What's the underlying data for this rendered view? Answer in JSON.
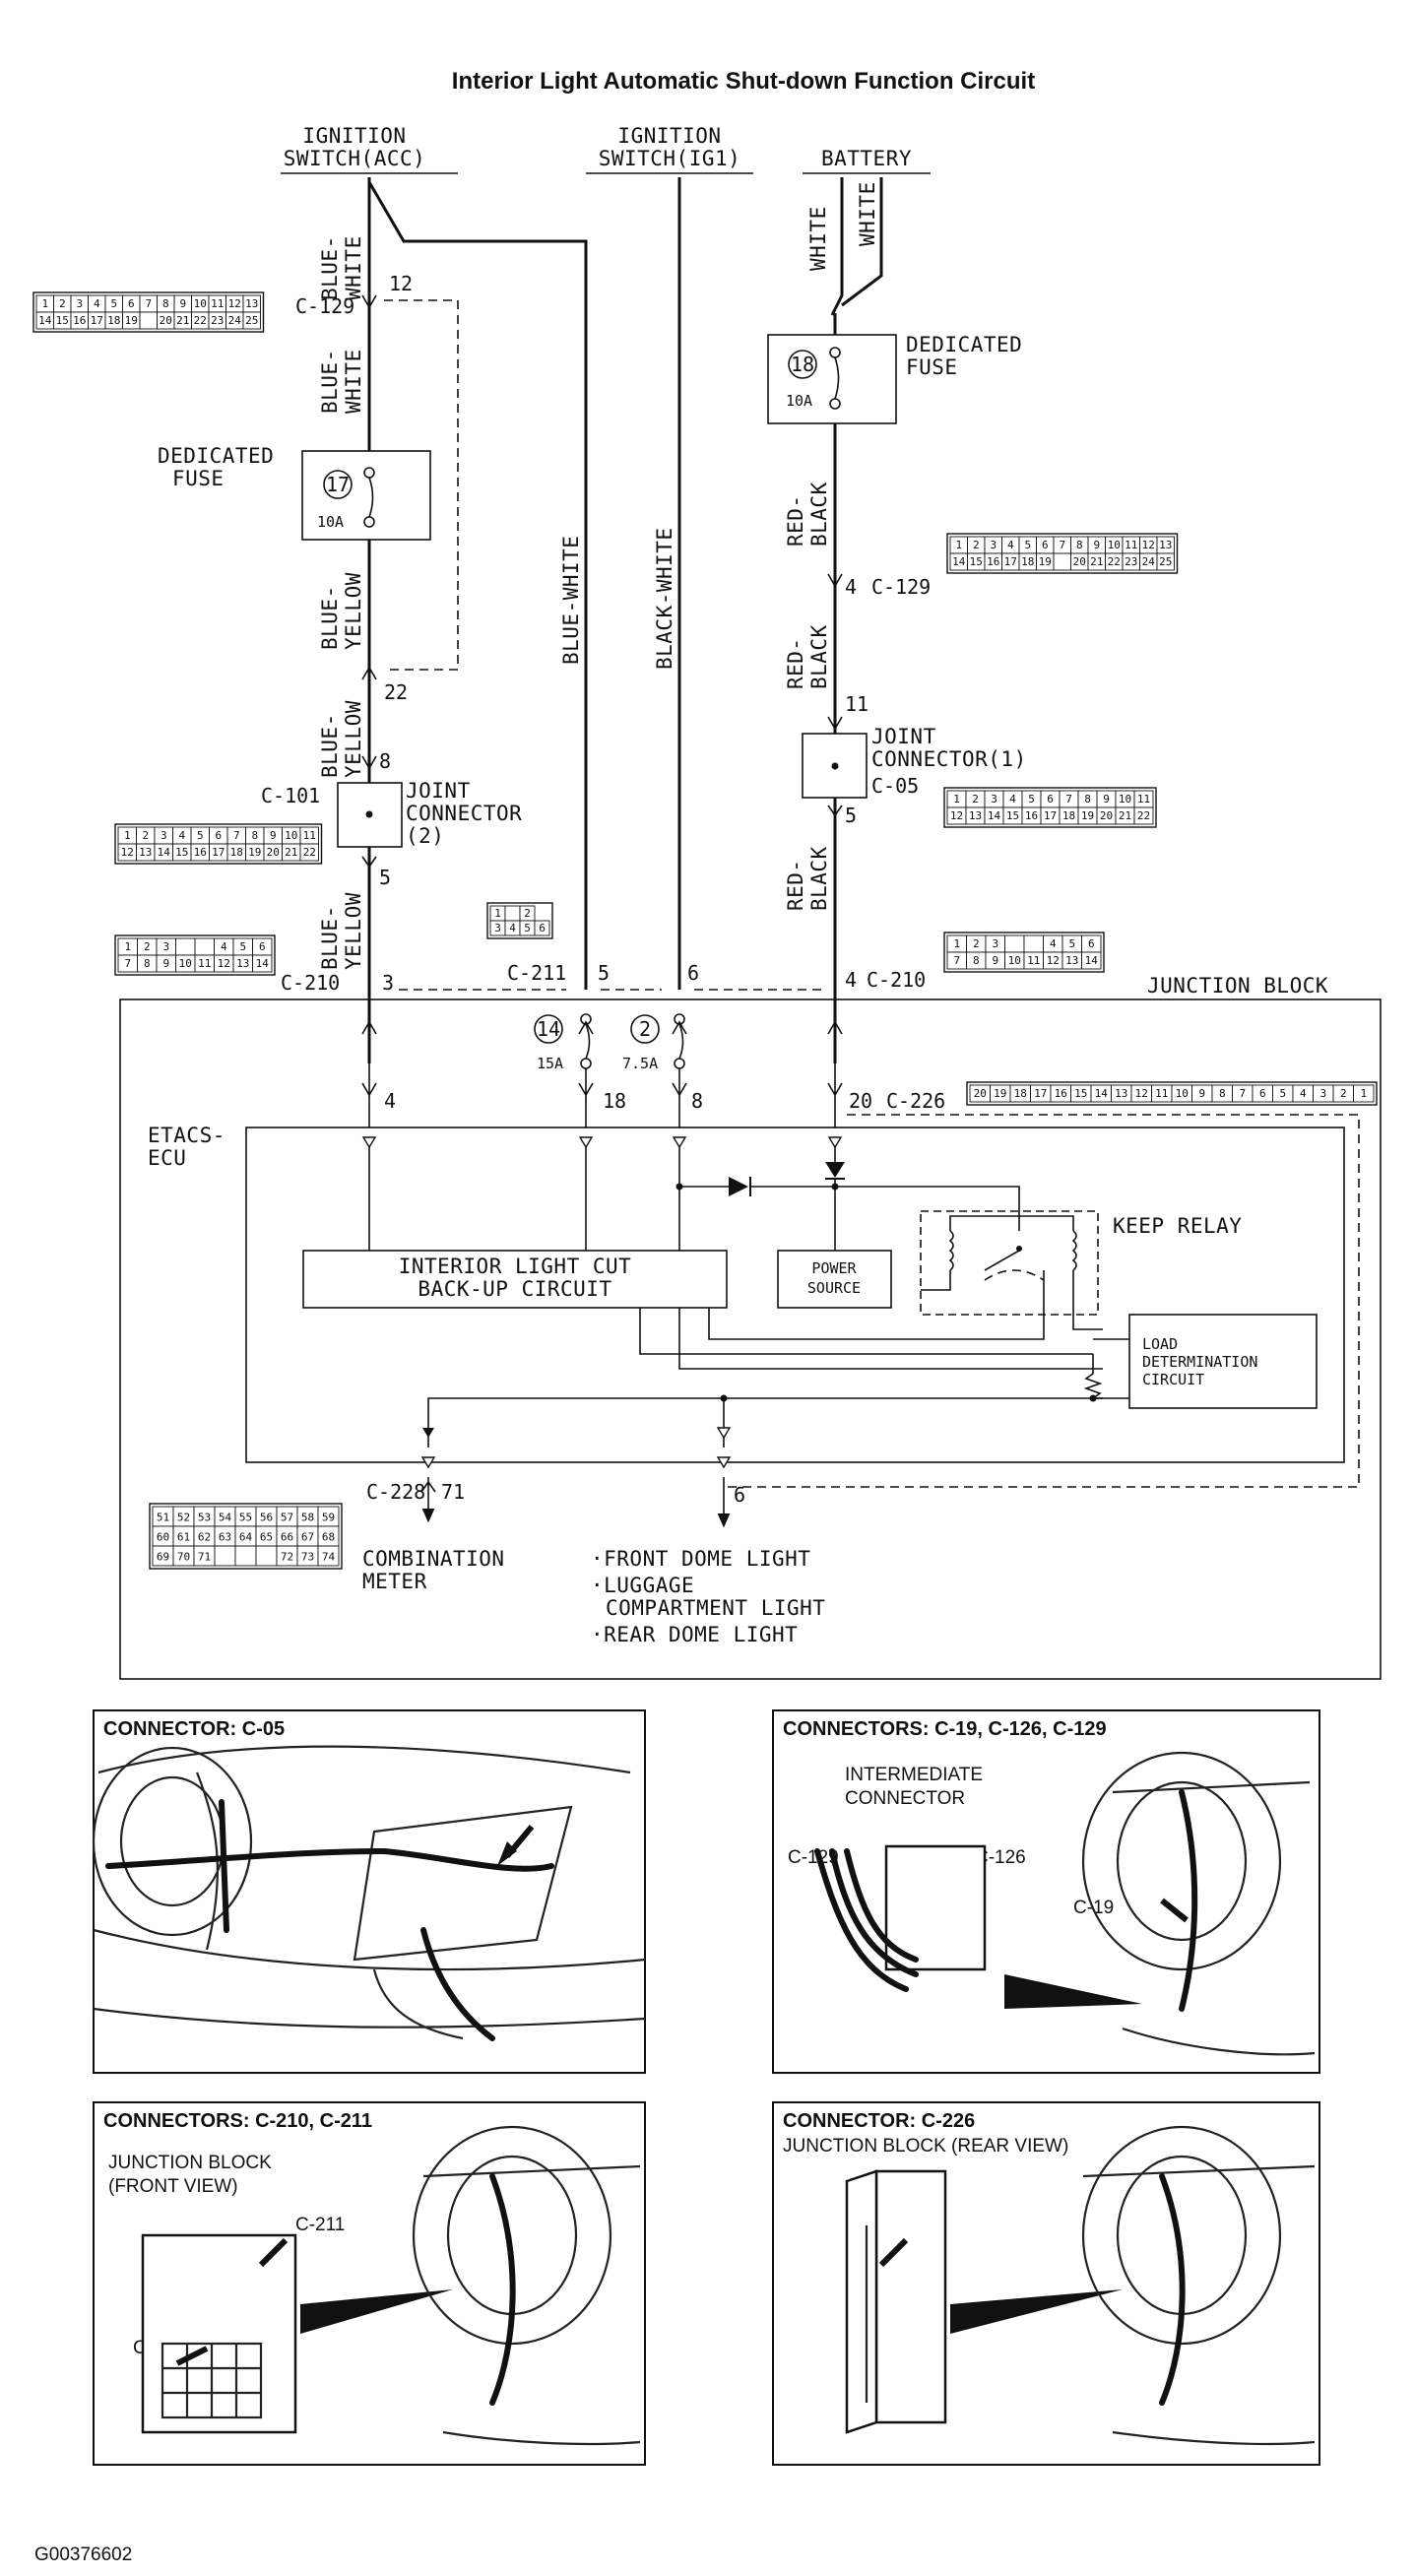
{
  "title": "Interior Light Automatic Shut-down Function Circuit",
  "sources": {
    "acc": [
      "IGNITION",
      "SWITCH(ACC)"
    ],
    "ig1": [
      "IGNITION",
      "SWITCH(IG1)"
    ],
    "battery": "BATTERY"
  },
  "wires": {
    "blue_white": [
      "BLUE-",
      "WHITE"
    ],
    "blue_yellow": [
      "BLUE-",
      "YELLOW"
    ],
    "blue_white_long": "BLUE-WHITE",
    "black_white": "BLACK-WHITE",
    "white": "WHITE",
    "red_black": [
      "RED-",
      "BLACK"
    ]
  },
  "fuses": {
    "fuse17": {
      "num": "17",
      "rating": "10A",
      "label": [
        "DEDICATED",
        "FUSE"
      ]
    },
    "fuse18": {
      "num": "18",
      "rating": "10A",
      "label": [
        "DEDICATED",
        "FUSE"
      ]
    },
    "fuse14": {
      "num": "14",
      "rating": "15A"
    },
    "fuse2": {
      "num": "2",
      "rating": "7.5A"
    }
  },
  "connectors": {
    "c129": "C-129",
    "c101": "C-101",
    "c05": "C-05",
    "c210": "C-210",
    "c211": "C-211",
    "c226": "C-226",
    "c228": "C-228"
  },
  "joints": {
    "jc2": [
      "JOINT",
      "CONNECTOR",
      "(2)"
    ],
    "jc1": [
      "JOINT",
      "CONNECTOR(1)"
    ]
  },
  "pins": {
    "p12": "12",
    "p22": "22",
    "p8": "8",
    "p5": "5",
    "p3": "3",
    "p4c129": "4",
    "p11": "11",
    "p5b": "5",
    "p4c210": "4",
    "p5c211": "5",
    "p6c211": "6",
    "p4": "4",
    "p18": "18",
    "p8b": "8",
    "p20": "20",
    "p71": "71",
    "p6": "6"
  },
  "junction_block": "JUNCTION BLOCK",
  "ecu": [
    "ETACS-",
    "ECU"
  ],
  "blocks": {
    "backup": [
      "INTERIOR LIGHT CUT",
      "BACK-UP CIRCUIT"
    ],
    "power": [
      "POWER",
      "SOURCE"
    ],
    "relay": "KEEP RELAY",
    "load": [
      "LOAD",
      "DETERMINATION",
      "CIRCUIT"
    ]
  },
  "outputs": {
    "meter": [
      "COMBINATION",
      "METER"
    ],
    "lights": [
      "·FRONT DOME LIGHT",
      "·LUGGAGE",
      "COMPARTMENT LIGHT",
      "·REAR DOME LIGHT"
    ]
  },
  "connector_pins": {
    "c129_top": [
      "1",
      "2",
      "3",
      "4",
      "5",
      "6",
      "7",
      "8",
      "9",
      "10",
      "11",
      "12",
      "13"
    ],
    "c129_bot": [
      "14",
      "15",
      "16",
      "17",
      "18",
      "19",
      "",
      "20",
      "21",
      "22",
      "23",
      "24",
      "25"
    ],
    "c101_top": [
      "1",
      "2",
      "3",
      "4",
      "5",
      "6",
      "7",
      "8",
      "9",
      "10",
      "11"
    ],
    "c101_bot": [
      "12",
      "13",
      "14",
      "15",
      "16",
      "17",
      "18",
      "19",
      "20",
      "21",
      "22"
    ],
    "c05_top": [
      "1",
      "2",
      "3",
      "4",
      "5",
      "6",
      "7",
      "8",
      "9",
      "10",
      "11"
    ],
    "c05_bot": [
      "12",
      "13",
      "14",
      "15",
      "16",
      "17",
      "18",
      "19",
      "20",
      "21",
      "22"
    ],
    "c210_top": [
      "1",
      "2",
      "3",
      "",
      "",
      "4",
      "5",
      "6"
    ],
    "c210_bot": [
      "7",
      "8",
      "9",
      "10",
      "11",
      "12",
      "13",
      "14"
    ],
    "c211_top": [
      "1",
      "",
      "2"
    ],
    "c211_bot": [
      "3",
      "4",
      "5",
      "6"
    ],
    "c226": [
      "20",
      "19",
      "18",
      "17",
      "16",
      "15",
      "14",
      "13",
      "12",
      "11",
      "10",
      "9",
      "8",
      "7",
      "6",
      "5",
      "4",
      "3",
      "2",
      "1"
    ],
    "c228_r1": [
      "51",
      "52",
      "53",
      "54",
      "55",
      "56",
      "57",
      "58",
      "59"
    ],
    "c228_r2": [
      "60",
      "61",
      "62",
      "63",
      "64",
      "65",
      "66",
      "67",
      "68"
    ],
    "c228_r3": [
      "69",
      "70",
      "71",
      "",
      "",
      "",
      "72",
      "73",
      "74"
    ]
  },
  "panels": {
    "p1": {
      "title": "CONNECTOR: C-05"
    },
    "p2": {
      "title": "CONNECTORS: C-19, C-126, C-129",
      "inter": [
        "INTERMEDIATE",
        "CONNECTOR"
      ],
      "c129": "C-129",
      "c126": "C-126",
      "c19": "C-19"
    },
    "p3": {
      "title": "CONNECTORS: C-210, C-211",
      "jb": [
        "JUNCTION BLOCK",
        "(FRONT VIEW)"
      ],
      "c211": "C-211",
      "c210": "C210"
    },
    "p4": {
      "title": "CONNECTOR: C-226",
      "jb": "JUNCTION BLOCK (REAR VIEW)"
    }
  },
  "figure_id": "G00376602"
}
